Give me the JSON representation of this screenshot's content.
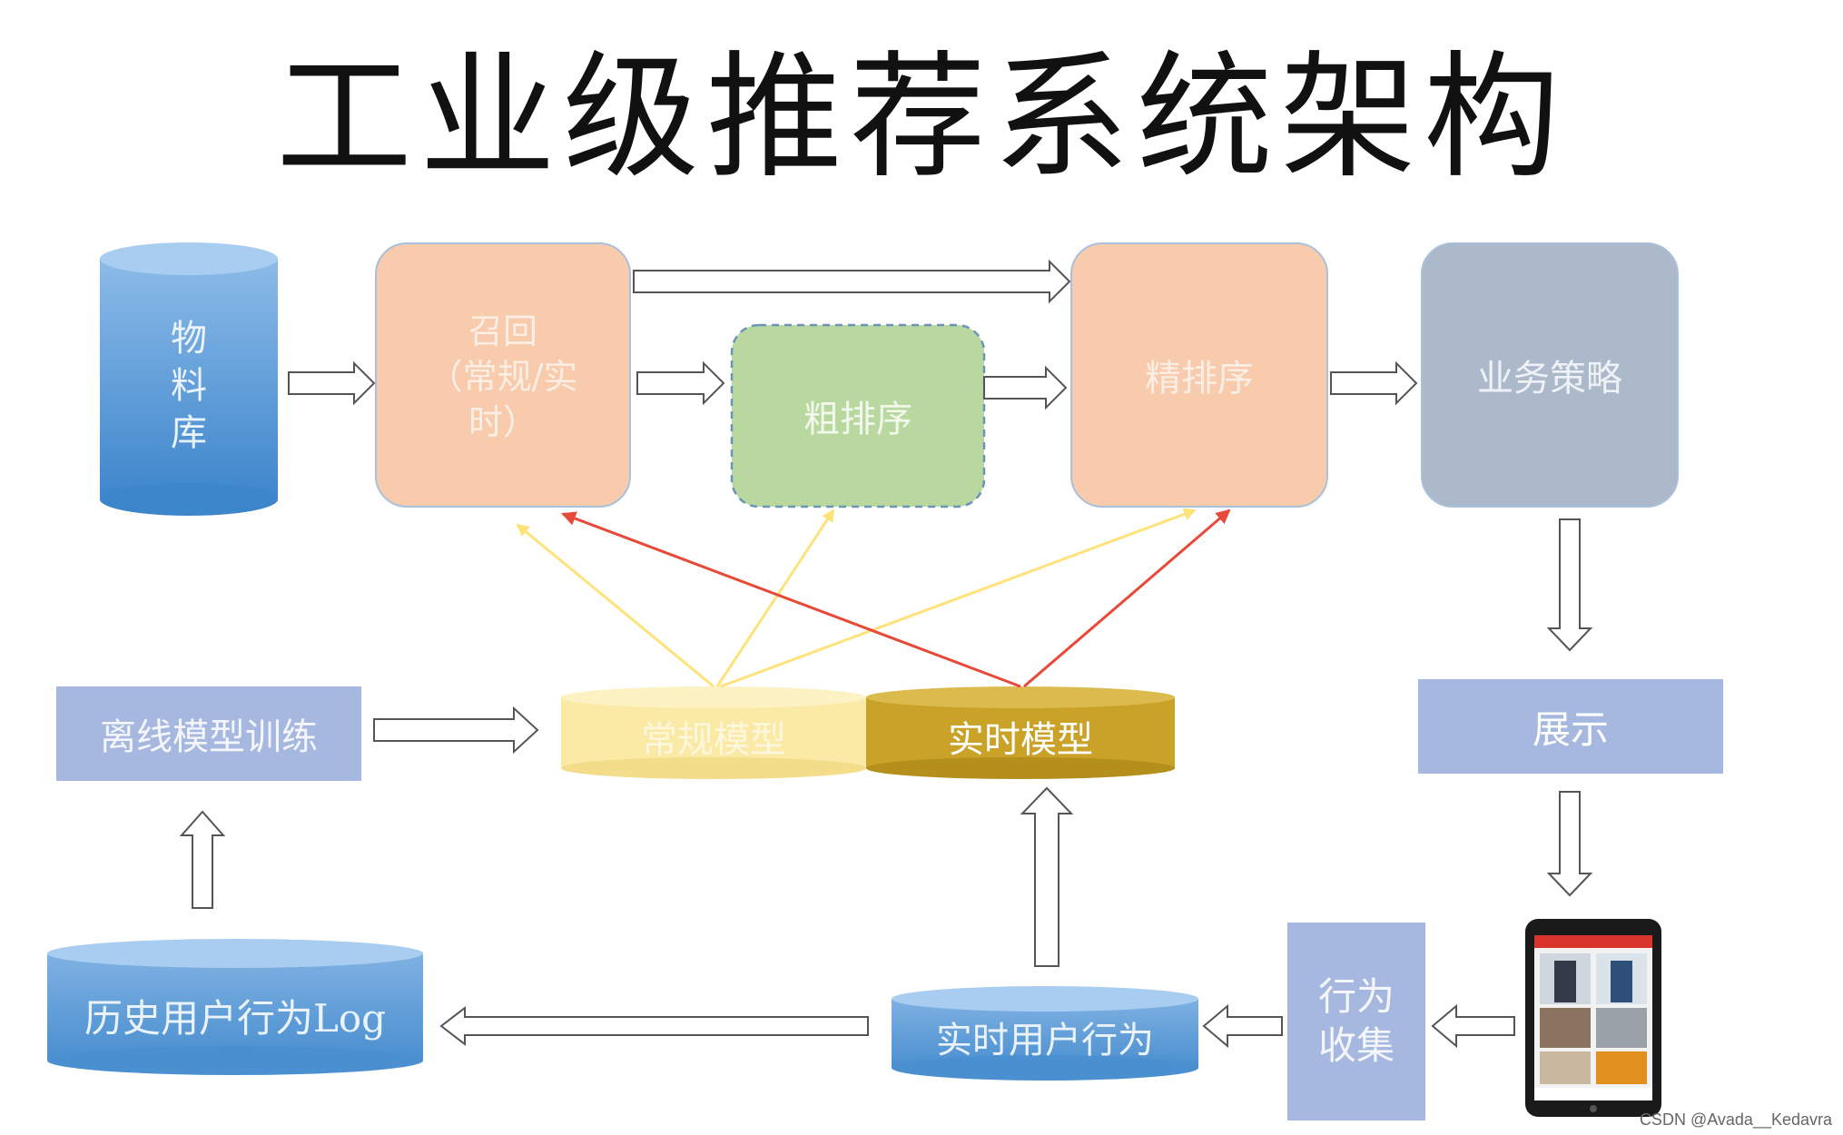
{
  "title": "工业级推荐系统架构",
  "nodes": {
    "material_library": "物\n料\n库",
    "recall": "召回\n（常规/实\n时）",
    "coarse_rank": "粗排序",
    "fine_rank": "精排序",
    "business_strategy": "业务策略",
    "display": "展示",
    "offline_training": "离线模型训练",
    "regular_model": "常规模型",
    "realtime_model": "实时模型",
    "history_log": "历史用户行为Log",
    "realtime_behavior": "实时用户行为",
    "behavior_collect": "行为\n收集"
  },
  "watermark": "CSDN @Avada__Kedavra",
  "colors": {
    "blue_db": "#5b9bd5",
    "peach": "#f8cbad",
    "green": "#b8d8a0",
    "slate": "#acb9ca",
    "light_blue": "#a6b8e0",
    "pale_yellow": "#fbeaa6",
    "gold": "#c9a227",
    "yellow_arrow": "#ffe27a",
    "red_arrow": "#e84a3a"
  },
  "icons": [
    "phone-app-icon"
  ]
}
